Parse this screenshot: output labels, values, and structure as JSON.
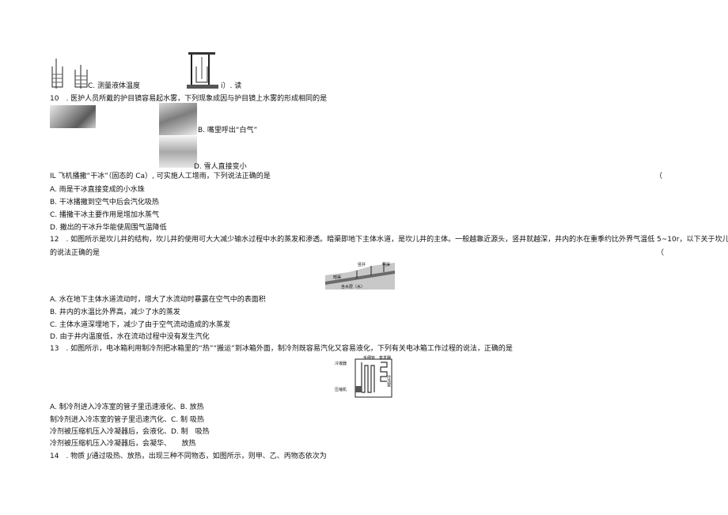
{
  "q9": {
    "option_c": "C. 测量液体温度",
    "option_d": "i）. 读"
  },
  "q10": {
    "stem": "10　. 医护人员所戴的护目镜容易起水雾，下列现象成因与护目镜上水雾的形成相同的是",
    "option_b": "B. 嘴里呼出“白气”",
    "option_d": "D. 雪人直接变小"
  },
  "q11": {
    "stem": "IL 飞机播撒“干冰”（固态的 Ca）, 可实施人工增雨，下列说法正确的是",
    "bracket": "（",
    "options": [
      "A. 雨是干冰直接变成的小水珠",
      "B. 干冰播撒到空气中后会汽化吸热",
      "C. 播撒干冰主要作用是增加水蒸气",
      "D. 撒出的干冰升华能使周围气温降低"
    ]
  },
  "q12": {
    "stem_line1": "12　. 如图所示是坎儿井的结构，坎儿井的使用可大大减少输水过程中水的蒸发和渗透。暗渠即地下主体水道，是坎儿井的主体。一般越靠近源头，竖井就越深，井内的水在重季约比外界气温低 5~10r，以下关于坎儿井",
    "stem_line2": "的说法正确的是",
    "bracket": "（",
    "figure_labels": [
      "竖井",
      "明渠",
      "含水层（水）",
      "暗渠"
    ],
    "options": [
      "A. 水在地下主体水道流动时，增大了水流动时暴露在空气中的表面积",
      "B. 井内的水温比外界高，减少了水的蒸发",
      "C. 主体水道深埋地下，减少了由于空气流动造成的水蒸发",
      "D. 由于井内温度低，水在流动过程中没有发生汽化"
    ]
  },
  "q13": {
    "stem": "13　. 如图所示，电冰箱利用制冷剂把冰箱里的“热”“搬运”到冰箱外面，制冷剂既容易汽化又容易液化，下列有关电冰箱工作过程的说法，正确的是",
    "figure_labels": [
      "毛细管",
      "冷凝器",
      "蒸发器",
      "冷冻室",
      "压缩机"
    ],
    "options": [
      "A. 制冷剂进入冷冻室的管子里迅速液化、B. 放热",
      "制冷剂进入冷冻室的管子里迅速汽化、C. 制 吸热",
      "冷剂被压缩机压入冷凝器后，会液化、D. 制　吸热",
      "冷剂被压缩机压入冷凝器后，会凝华、　　放热"
    ]
  },
  "q14": {
    "stem": "14　. 物质 J/通过吸热、放热，出现三种不同物态，如图所示，则甲、乙、丙物态依次为"
  }
}
